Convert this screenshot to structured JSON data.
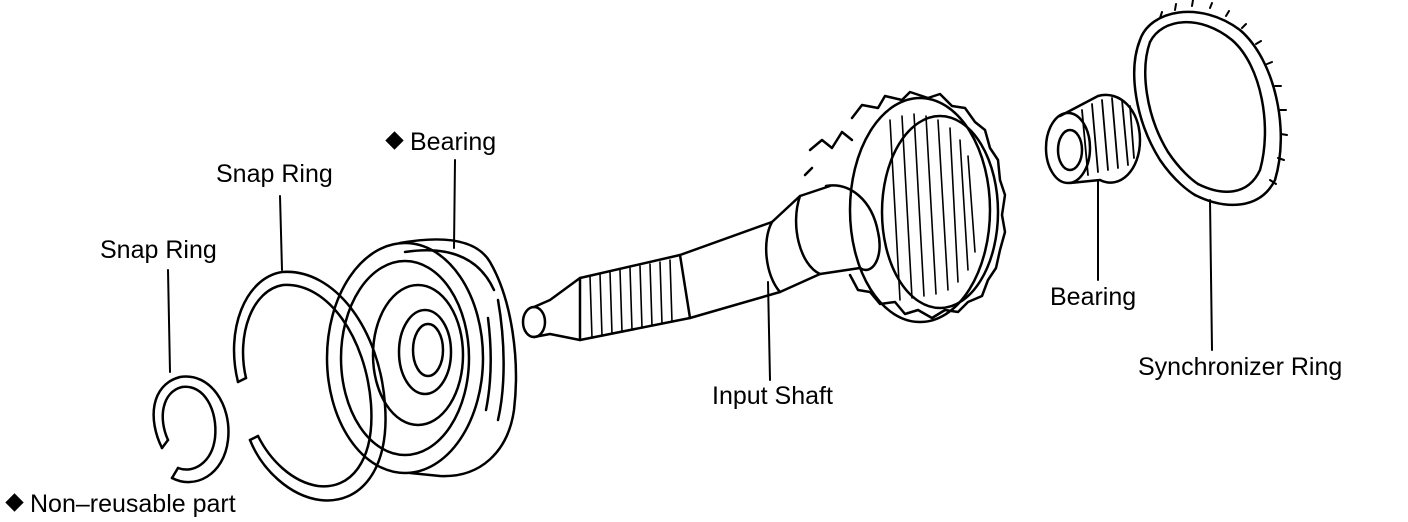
{
  "labels": {
    "bearing_front": "Bearing",
    "snap_ring_outer": "Snap Ring",
    "snap_ring_inner": "Snap Ring",
    "input_shaft": "Input Shaft",
    "bearing_needle": "Bearing",
    "synchronizer_ring": "Synchronizer Ring",
    "legend_non_reusable": "Non–reusable part"
  },
  "legend": {
    "marker_icon": "diamond-icon"
  },
  "colors": {
    "line": "#000000",
    "background": "#ffffff"
  }
}
